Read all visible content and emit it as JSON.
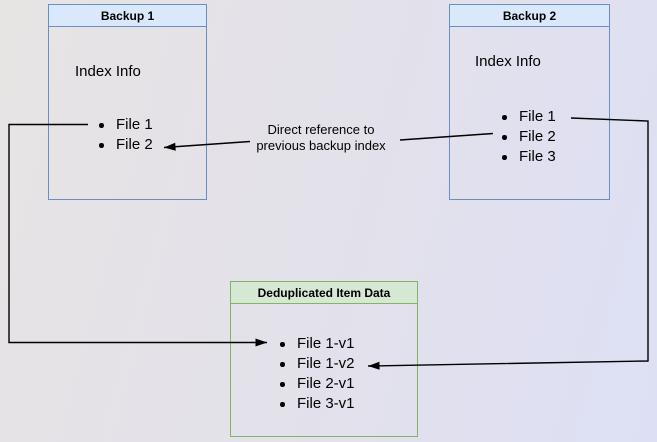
{
  "colors": {
    "blue_box_border": "#6c8ebf",
    "blue_box_title_fill": "#dae8fc",
    "green_box_border": "#82b366",
    "green_box_title_fill": "#d5e8d4",
    "connector": "#000000",
    "background_left": "#e7e4e4",
    "background_right": "#dde0f5"
  },
  "boxes": {
    "backup1": {
      "title": "Backup 1",
      "subtitle": "Index Info",
      "files": [
        "File 1",
        "File 2"
      ]
    },
    "backup2": {
      "title": "Backup 2",
      "subtitle": "Index Info",
      "files": [
        "File 1",
        "File 2",
        "File 3"
      ]
    },
    "dedup": {
      "title": "Deduplicated Item Data",
      "items": [
        "File 1-v1",
        "File 1-v2",
        "File 2-v1",
        "File 3-v1"
      ]
    }
  },
  "connectors": {
    "reference_label": "Direct reference to previous backup index"
  }
}
